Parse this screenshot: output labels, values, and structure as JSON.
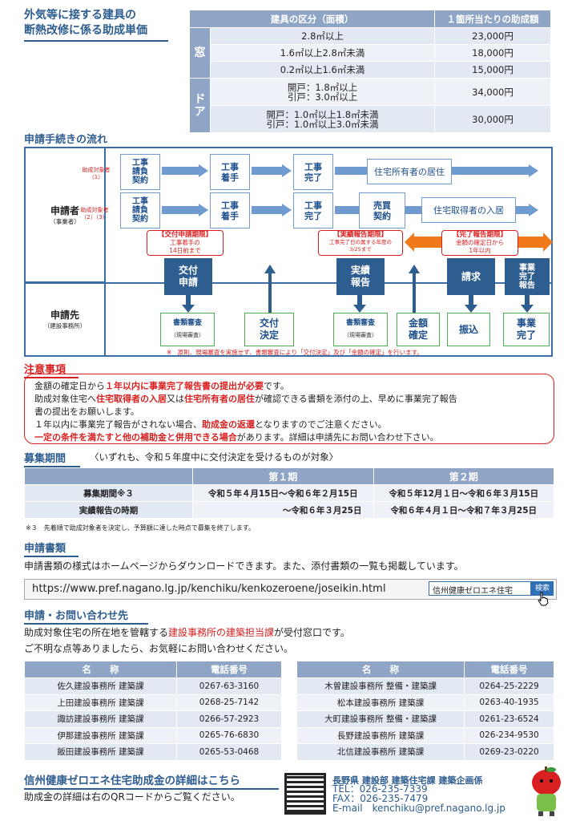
{
  "header": {
    "title_line1": "外気等に接する建具の",
    "title_line2": "断熱改修に係る助成単価"
  },
  "grant_table": {
    "col1": "建具の区分（面積）",
    "col2": "１箇所当たりの助成額",
    "window_label": "窓",
    "door_label": "ド\nア",
    "rows": [
      {
        "area": "2.8㎡以上",
        "amount": "23,000円"
      },
      {
        "area": "1.6㎡以上2.8㎡未満",
        "amount": "18,000円"
      },
      {
        "area": "0.2㎡以上1.6㎡未満",
        "amount": "15,000円"
      },
      {
        "area": "開戸：1.8㎡以上\n引戸：3.0㎡以上",
        "amount": "34,000円"
      },
      {
        "area": "開戸：1.0㎡以上1.8㎡未満\n引戸：1.0㎡以上3.0㎡未満",
        "amount": "30,000円"
      }
    ]
  },
  "flow": {
    "title": "申請手続きの流れ",
    "applicant_label": "申請者",
    "applicant_sub": "（事業者）",
    "office_label": "申請先",
    "office_sub": "（建設事務所）",
    "target1": "助成対象者\n（1）",
    "target2": "助成対象者\n（2）（3）",
    "contract": "工事\n請負\n契約",
    "start": "工事\n着手",
    "complete": "工事\n完了",
    "owner_living": "住宅所有者の居住",
    "purchase": "売買\n契約",
    "buyer_moving": "住宅取得者の入居",
    "deadline1_title": "【交付申請期限】",
    "deadline1_body": "工事着手の\n14日前まで",
    "deadline2_title": "【実績報告期限】",
    "deadline2_body": "工事完了日の属する年度の\n3/25まで",
    "deadline3_title": "【完了報告期限】",
    "deadline3_body": "金額の確定日から\n1年以内",
    "apply": "交付\n申請",
    "report": "実績\n報告",
    "request": "請求",
    "done_report": "事業\n完了\n報告",
    "review": "書類審査",
    "review_sub": "（現場審査）",
    "decision": "交付\n決定",
    "review2": "書類審査",
    "review2_sub": "（現場審査）",
    "fix": "金額\n確定",
    "payment": "振込",
    "done": "事業\n完了",
    "note": "※　原則、現場審査を実施せず、書類審査により「交付決定」及び「金額の確定」を行います。"
  },
  "caution": {
    "title": "注意事項",
    "l1a": "金額の確定日から",
    "l1b": "１年以内に事業完了報告書の提出が必要",
    "l1c": "です。",
    "l2a": "助成対象住宅へ",
    "l2b": "住宅取得者の入居",
    "l2c": "又は",
    "l2d": "住宅所有者の居住",
    "l2e": "が確認できる書類を添付の上、早めに事業完了報告",
    "l3": "書の提出をお願いします。",
    "l4a": "１年以内に事業完了報告がされない場合、",
    "l4b": "助成金の返還",
    "l4c": "となりますのでご注意ください。",
    "l5a": "一定の条件を満たすと他の補助金と併用できる場合",
    "l5b": "があります。詳細は申請先にお問い合わせ下さい。"
  },
  "period": {
    "title": "募集期間",
    "subtitle": "〈いずれも、令和５年度中に交付決定を受けるものが対象〉",
    "h1": "第１期",
    "h2": "第２期",
    "r1_label": "募集期間※３",
    "r1_v1": "令和５年４月15日～令和６年２月15日",
    "r1_v2": "令和５年12月１日～令和６年３月15日",
    "r2_label": "実績報告の時期",
    "r2_v1": "～令和６年３月25日",
    "r2_v2": "令和６年４月１日～令和７年３月25日",
    "note": "※３　先着順で助成対象者を決定し、予算額に達した時点で募集を終了します。"
  },
  "docs": {
    "title": "申請書類",
    "text": "申請書類の様式はホームページからダウンロードできます。また、添付書類の一覧も掲載しています。",
    "url": "https://www.pref.nagano.lg.jp/kenchiku/kenkozeroene/joseikin.html",
    "search_value": "信州健康ゼロエネ住宅",
    "search_button": "検索"
  },
  "inquiry": {
    "title": "申請・お問い合わせ先",
    "l1a": "助成対象住宅の所在地を管轄する",
    "l1b": "建設事務所の建築担当課",
    "l1c": "が受付窓口です。",
    "l2": "ご不明な点等ありましたら、お気軽にお問い合わせください。",
    "h_name": "名　　称",
    "h_tel": "電話番号",
    "left": [
      {
        "name": "佐久建設事務所 建築課",
        "tel": "0267-63-3160"
      },
      {
        "name": "上田建設事務所 建築課",
        "tel": "0268-25-7142"
      },
      {
        "name": "諏訪建設事務所 建築課",
        "tel": "0266-57-2923"
      },
      {
        "name": "伊那建設事務所 建築課",
        "tel": "0265-76-6830"
      },
      {
        "name": "飯田建設事務所 建築課",
        "tel": "0265-53-0468"
      }
    ],
    "right": [
      {
        "name": "木曽建設事務所 整備・建築課",
        "tel": "0264-25-2229"
      },
      {
        "name": "松本建設事務所 建築課",
        "tel": "0263-40-1935"
      },
      {
        "name": "大町建設事務所 整備・建築課",
        "tel": "0261-23-6524"
      },
      {
        "name": "長野建設事務所 建築課",
        "tel": "026-234-9530"
      },
      {
        "name": "北信建設事務所 建築課",
        "tel": "0269-23-0220"
      }
    ]
  },
  "footer": {
    "title": "信州健康ゼロエネ住宅助成金の詳細はこちら",
    "text": "助成金の詳細は右のQRコードからご覧ください。",
    "org": "長野県 建設部 建築住宅課 建築企画係",
    "tel": "TEL：026-235-7339",
    "fax": "FAX：026-235-7479",
    "email": "E-mail　kenchiku@pref.nagano.lg.jp"
  }
}
